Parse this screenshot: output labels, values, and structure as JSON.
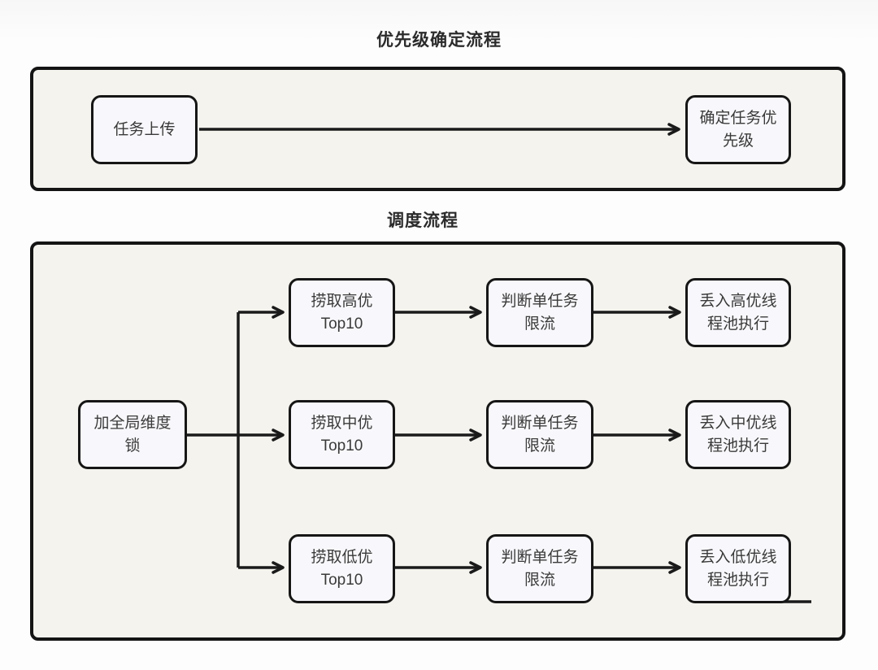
{
  "titles": {
    "priority_flow": "优先级确定流程",
    "schedule_flow": "调度流程"
  },
  "diagram1": {
    "nodes": {
      "task_upload": "任务上传",
      "determine_priority": "确定任务优\n先级"
    }
  },
  "diagram2": {
    "nodes": {
      "global_lock": "加全局维度\n锁",
      "fetch_high": "捞取高优\nTop10",
      "judge_high": "判断单任务\n限流",
      "exec_high": "丢入高优线\n程池执行",
      "fetch_mid": "捞取中优\nTop10",
      "judge_mid": "判断单任务\n限流",
      "exec_mid": "丢入中优线\n程池执行",
      "fetch_low": "捞取低优\nTop10",
      "judge_low": "判断单任务\n限流",
      "exec_low": "丢入低优线\n程池执行"
    }
  },
  "colors": {
    "container_fill": "#f4f3ee",
    "node_fill": "#f8f8fc",
    "line": "#1a1a1a",
    "title_text": "#2b2b2b",
    "node_text": "#3a3a3a"
  }
}
